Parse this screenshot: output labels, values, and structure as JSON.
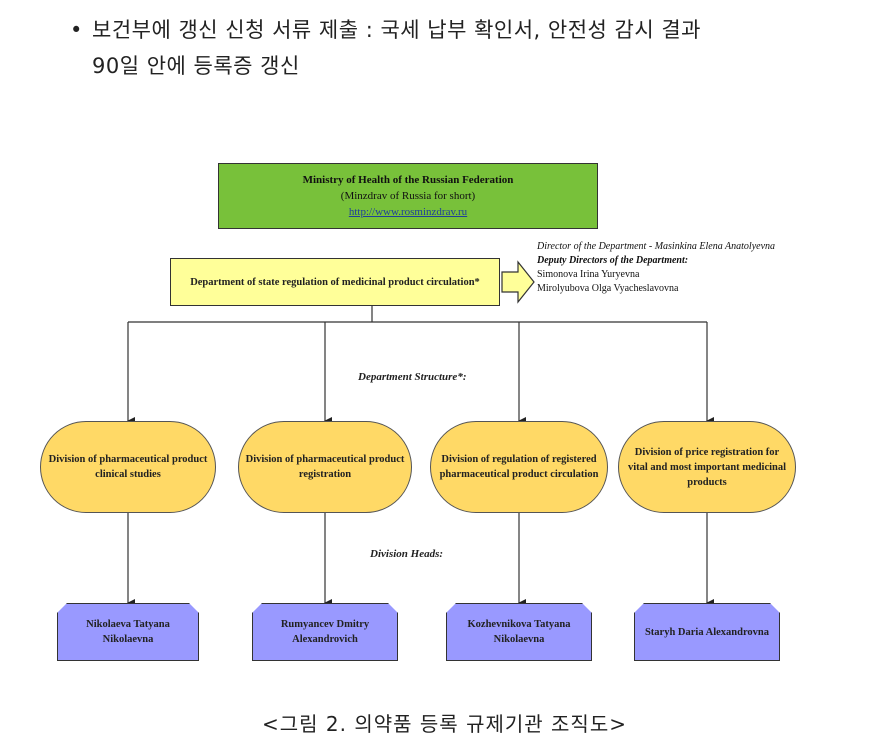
{
  "text": {
    "bullet_symbol": "•",
    "bullet_line1": "보건부에 갱신 신청 서류 제출 : 국세 납부 확인서, 안전성 감시 결과",
    "bullet_line2": "90일 안에 등록증 갱신",
    "caption": "<그림 2. 의약품 등록 규제기관 조직도>"
  },
  "diagram": {
    "ministry": {
      "title": "Ministry of Health of the Russian Federation",
      "subtitle": "(Minzdrav of Russia for short)",
      "url": "http://www.rosminzdrav.ru"
    },
    "department": {
      "name": "Department of state regulation of medicinal product circulation*"
    },
    "directors": {
      "director_label": "Director of the Department",
      "director_sep": " - ",
      "director_name": "Masinkina Elena Anatolyevna",
      "deputy_label": "Deputy Directors of the Department:",
      "deputy_1": "Simonova Irina Yuryevna",
      "deputy_2": "Mirolyubova Olga Vyacheslavovna"
    },
    "structure_label": "Department Structure*:",
    "heads_label": "Division Heads:",
    "divisions": [
      {
        "name": "Division of pharmaceutical product clinical studies",
        "head": "Nikolaeva Tatyana Nikolaevna"
      },
      {
        "name": "Division of pharmaceutical product registration",
        "head": "Rumyancev Dmitry Alexandrovich"
      },
      {
        "name": "Division of regulation of registered pharmaceutical product circulation",
        "head": "Kozhevnikova Tatyana Nikolaevna"
      },
      {
        "name": "Division of price registration for vital and most important medicinal products",
        "head": "Staryh Daria Alexandrovna"
      }
    ]
  },
  "colors": {
    "ministry_fill": "#78c13a",
    "department_fill": "#ffff99",
    "division_fill": "#ffd966",
    "head_fill": "#9999ff",
    "link_color": "#1f3f9a"
  }
}
